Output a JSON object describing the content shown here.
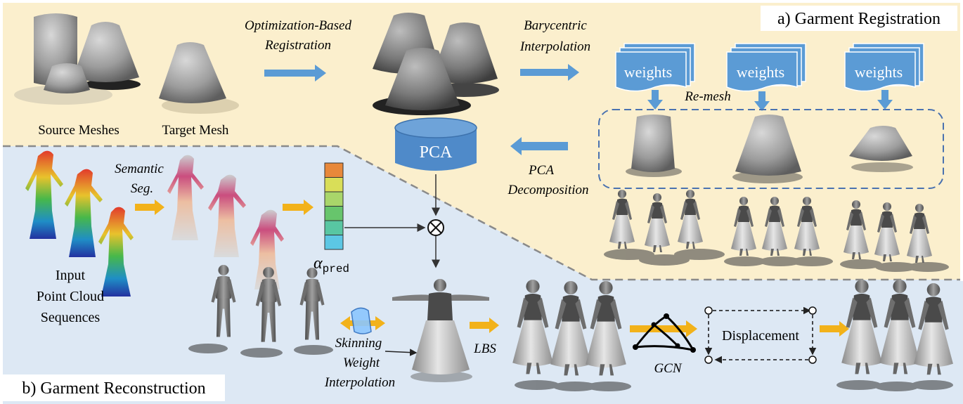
{
  "sections": {
    "registration_title": "a) Garment Registration",
    "reconstruction_title": "b) Garment Reconstruction"
  },
  "labels": {
    "source_meshes": "Source Meshes",
    "target_mesh": "Target Mesh",
    "opt_reg_line1": "Optimization-Based",
    "opt_reg_line2": "Registration",
    "bary_line1": "Barycentric",
    "bary_line2": "Interpolation",
    "weights": "weights",
    "remesh": "Re-mesh",
    "pca": "PCA",
    "pca_decomp_line1": "PCA",
    "pca_decomp_line2": "Decomposition",
    "semantic_line1": "Semantic",
    "semantic_line2": "Seg.",
    "input_line1": "Input",
    "input_line2": "Point Cloud",
    "input_line3": "Sequences",
    "alpha_pred": "α",
    "alpha_sub": "pred",
    "skinning_line1": "Skinning",
    "skinning_line2": "Weight",
    "skinning_line3": "Interpolation",
    "lbs": "LBS",
    "gcn": "GCN",
    "displacement": "Displacement"
  },
  "colors": {
    "registration_bg": "#fbefcd",
    "reconstruction_bg": "#dde8f4",
    "blue_arrow": "#5b9bd5",
    "gold_arrow": "#f2b21a",
    "pca_blue": "#4f8ac9",
    "alpha_cells": [
      "#e8883a",
      "#d9de58",
      "#a9d66a",
      "#67c56c",
      "#58c6a2",
      "#5cc7e4"
    ]
  }
}
